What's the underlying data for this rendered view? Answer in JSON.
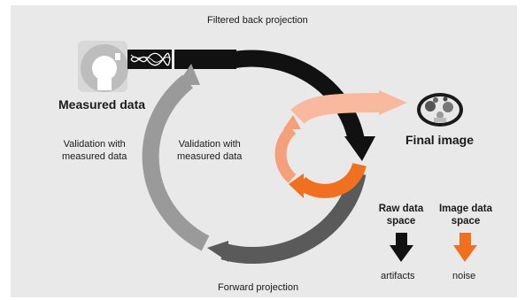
{
  "labels": {
    "filtered_back_projection": "Filtered back projection",
    "measured_data": "Measured data",
    "final_image": "Final image",
    "validation_outer": "Validation with\nmeasured data",
    "validation_inner": "Validation with\nmeasured data",
    "forward_projection": "Forward projection"
  },
  "legend": {
    "raw_data_space": "Raw data\nspace",
    "image_data_space": "Image data\nspace",
    "artifacts": "artifacts",
    "noise": "noise"
  },
  "colors": {
    "panel": "#e9e9e9",
    "outer_dark": "#111111",
    "outer_mid": "#5a5a5a",
    "outer_light": "#9a9a9a",
    "inner_orange": "#f07020",
    "inner_light_orange": "#f5a07a",
    "inner_pale": "#f8b9a0",
    "legend_black": "#111111",
    "legend_orange": "#f07020"
  }
}
